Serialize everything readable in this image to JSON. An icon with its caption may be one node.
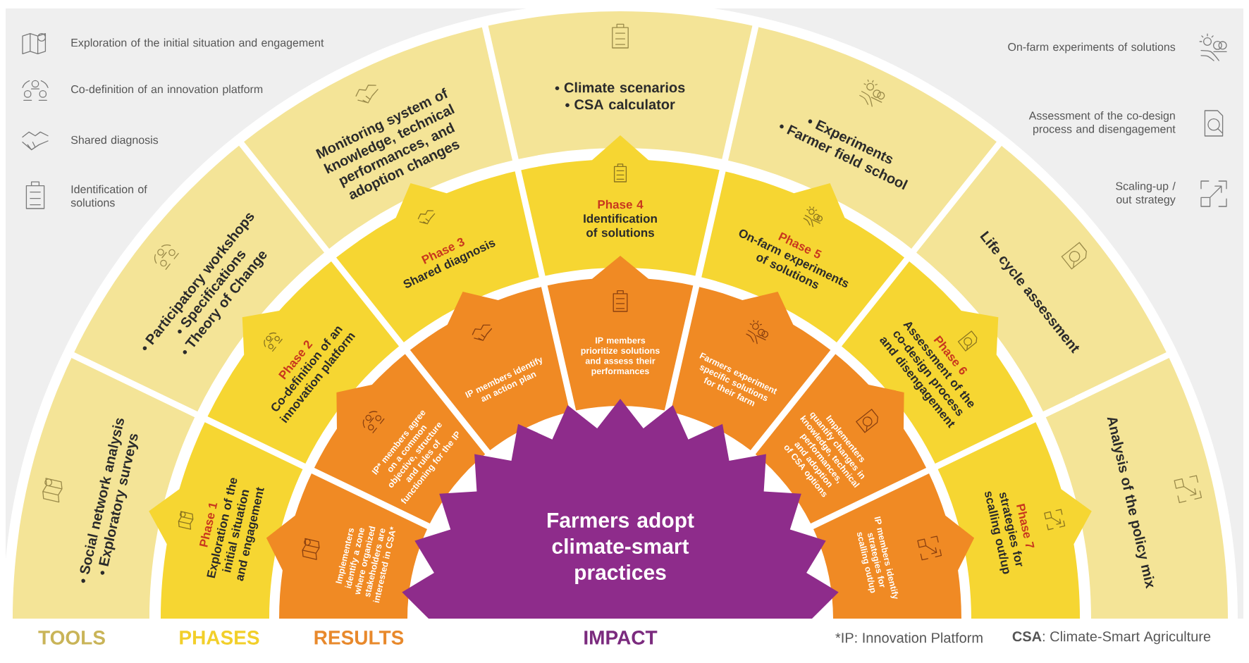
{
  "diagram": {
    "nodes": [
      {
        "text": [
          "Social network analysis",
          "Exploratory surveys"
        ]
      },
      {
        "text": [
          "Participatory workshops",
          "Specifications",
          "Theory of Change"
        ]
      },
      {
        "text": [
          "Monitoring system of knowledge, technical performances, and adoption changes"
        ]
      },
      {
        "text": [
          "Climate scenarios",
          "CSA calculator"
        ]
      },
      {
        "text": [
          "Experiments",
          "Farmer field school"
        ]
      },
      {
        "text": [
          "Life cycle assessment"
        ]
      },
      {
        "text": [
          "Analysis of the policy mix"
        ]
      },
      {
        "text": [
          "Phase 1",
          "Exploration of the initial situation and engagement"
        ]
      },
      {
        "text": [
          "Phase 2",
          "Co-definition of an innovation platform"
        ]
      },
      {
        "text": [
          "Phase 3",
          "Shared diagnosis"
        ]
      },
      {
        "text": [
          "Phase 4",
          "Identification of solutions"
        ]
      },
      {
        "text": [
          "Phase 5",
          "On-farm experiments of solutions"
        ]
      },
      {
        "text": [
          "Phase 6",
          "Assessment of the co-design process and disengagement"
        ]
      },
      {
        "text": [
          "Phase 7",
          "strategies for scalling out/up"
        ]
      },
      {
        "text": [
          "Implementers identify a zone where organized stakeholders are interested in CSA*"
        ]
      },
      {
        "text": [
          "IP* members agree on a common objective, structure and rules of functioning for the IP"
        ]
      },
      {
        "text": [
          "IP members identify an action plan"
        ]
      },
      {
        "text": [
          "IP members prioritize solutions and assess their performances"
        ]
      },
      {
        "text": [
          "Farmers experiment specific solutions for their farm"
        ]
      },
      {
        "text": [
          "Implementers quantify changes in knowledge, technical performances, and adoption of CSA options"
        ]
      },
      {
        "text": [
          "IP members identify strategies for scalling out/up"
        ]
      },
      {
        "text": [
          "Farmers adopt climate-smart practices"
        ]
      }
    ],
    "labels": [
      "TOOLS",
      "PHASES",
      "RESULTS",
      "IMPACT",
      "*IP: Innovation Platform",
      "**CSA**: Climate-Smart Agriculture"
    ],
    "legend": [
      {
        "text": "Exploration of the initial situation and engagement"
      },
      {
        "text": "Co-definition of an innovation platform"
      },
      {
        "text": "Shared diagnosis"
      },
      {
        "text": "Identification of solutions"
      },
      {
        "text": "On-farm experiments of solutions"
      },
      {
        "text": "Assessment of the co-design process and disengagement"
      },
      {
        "text": "Scaling-up / out strategy"
      }
    ]
  }
}
